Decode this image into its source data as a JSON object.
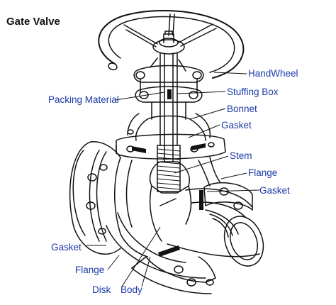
{
  "diagram": {
    "title": "Gate Valve",
    "label_color": "#1c3aa8",
    "labels": {
      "handwheel": "HandWheel",
      "packing_material": "Packing Material",
      "stuffing_box": "Stuffing Box",
      "bonnet": "Bonnet",
      "gasket_top": "Gasket",
      "stem": "Stem",
      "flange_right": "Flange",
      "gasket_right": "Gasket",
      "gasket_left": "Gasket",
      "flange_left": "Flange",
      "disk": "Disk",
      "body": "Body"
    }
  }
}
